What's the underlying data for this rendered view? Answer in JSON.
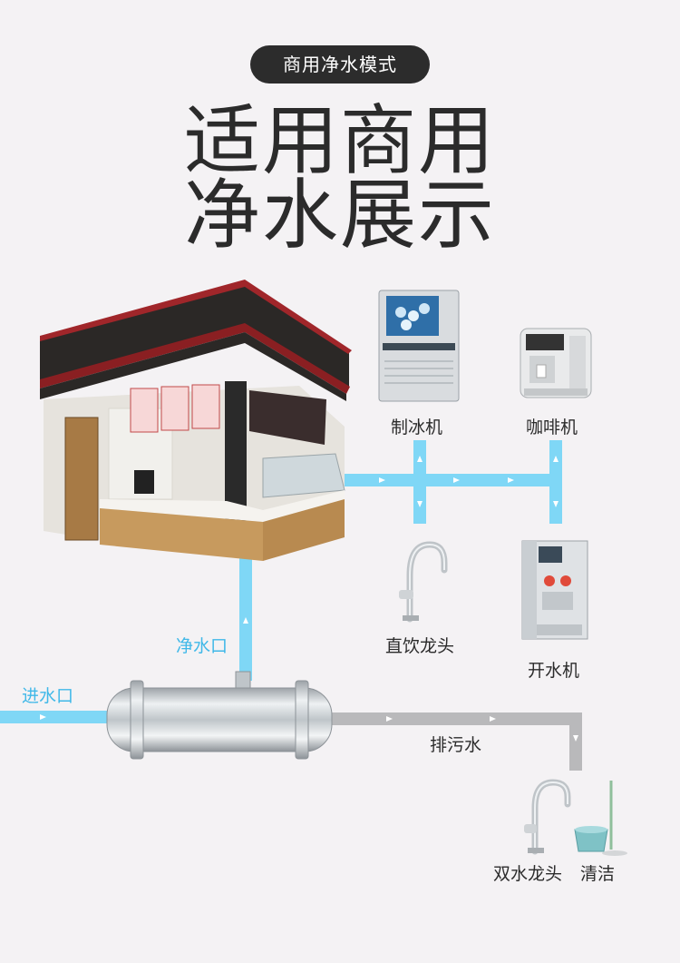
{
  "badge": "商用净水模式",
  "title_line1": "适用商用",
  "title_line2": "净水展示",
  "labels": {
    "ice_maker": "制冰机",
    "coffee_machine": "咖啡机",
    "direct_faucet": "直饮龙头",
    "boiler": "开水机",
    "clean_outlet": "净水口",
    "inlet": "进水口",
    "drain": "排污水",
    "dual_faucet": "双水龙头",
    "cleaning": "清洁"
  },
  "colors": {
    "clean_pipe": "#7fd7f6",
    "drain_pipe": "#b9b9bb",
    "label_blue": "#3fb8e8",
    "badge_bg": "#2c2c2c"
  },
  "icons": [
    "shop-icon",
    "ice-maker-icon",
    "coffee-machine-icon",
    "faucet-icon",
    "water-boiler-icon",
    "purifier-icon",
    "dual-faucet-icon",
    "mop-bucket-icon"
  ]
}
